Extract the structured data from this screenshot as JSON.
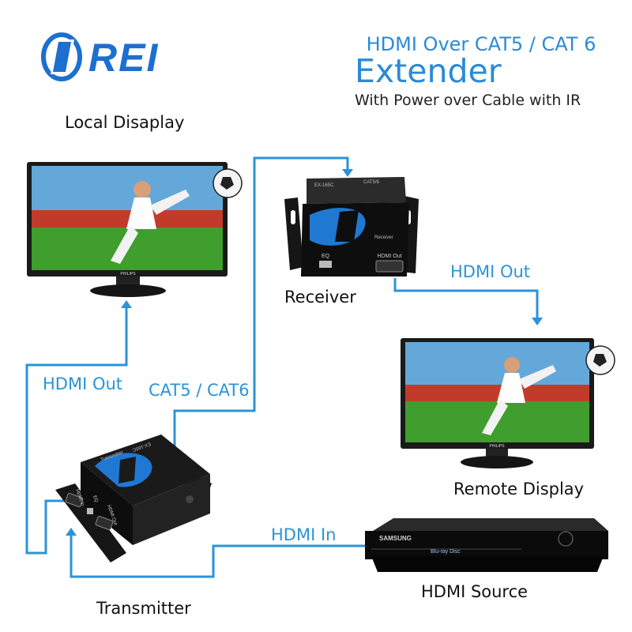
{
  "header": {
    "logo_text": "REI",
    "title_line1": "HDMI Over CAT5 / CAT 6",
    "title_line2": "Extender",
    "title_line3": "With Power over Cable with IR"
  },
  "labels": {
    "local_display": "Local Disaplay",
    "receiver": "Receiver",
    "remote_display": "Remote Display",
    "transmitter": "Transmitter",
    "hdmi_source": "HDMI Source"
  },
  "connections": {
    "hdmi_out_receiver": "HDMI Out",
    "hdmi_out_local": "HDMI Out",
    "cat_cable": "CAT5 / CAT6",
    "hdmi_in": "HDMI In"
  },
  "device_text": {
    "monitor_brand": "PHILIPS",
    "receiver_model": "EX-165C",
    "receiver_port_hdmi": "HDMI Out",
    "receiver_port_eq": "EQ",
    "receiver_port_cat": "CAT5/6",
    "receiver_name": "Receiver",
    "transmitter_model": "EX-165C",
    "transmitter_port_hdmi_in": "HDMI In",
    "transmitter_port_eq": "EQ",
    "transmitter_port_hdmi_out": "HDMI Out",
    "transmitter_name": "Transmitter",
    "player_brand": "SAMSUNG",
    "player_logo": "Blu-ray Disc"
  },
  "colors": {
    "brand_blue": "#1d6fd0",
    "line_blue": "#2a94d6",
    "device_black": "#121212"
  }
}
